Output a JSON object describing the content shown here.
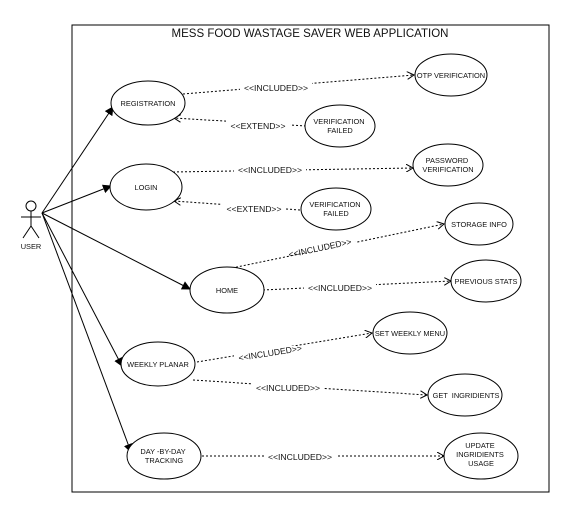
{
  "diagram": {
    "title": "MESS FOOD WASTAGE SAVER  WEB APPLICATION",
    "actor": {
      "label": "USER"
    },
    "use_cases": {
      "registration": "REGISTRATION",
      "login": "LOGIN",
      "home": "HOME",
      "weekly_planar": "WEEKLY PLANAR",
      "day_by_day_tracking": [
        "DAY -BY-DAY",
        "TRACKING"
      ],
      "otp_verification": "OTP VERIFICATION",
      "verification_failed_1": [
        "VERIFICATION",
        "FAILED"
      ],
      "password_verification": [
        "PASSWORD",
        "VERIFICATION"
      ],
      "verification_failed_2": [
        "VERIFICATION",
        "FAILED"
      ],
      "storage_info": "STORAGE INFO",
      "previous_stats": "PREVIOUS STATS",
      "set_weekly_menu": "SET WEEKLY MENU",
      "get_ingridients": "GET  INGRIDIENTS",
      "update_ingridients_usage": [
        "UPDATE",
        "INGRIDIENTS",
        "USAGE"
      ]
    },
    "relations": {
      "included": "<<INCLUDED>>",
      "extend": "<<EXTEND>>"
    }
  }
}
